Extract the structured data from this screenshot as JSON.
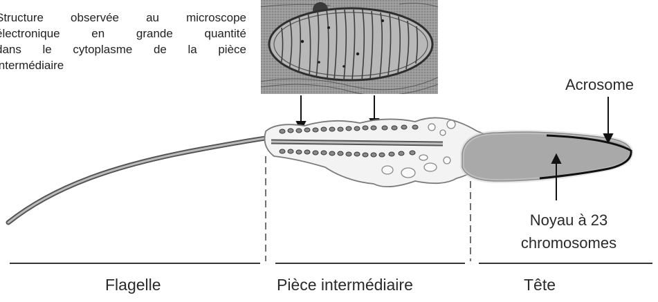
{
  "caption_lines": [
    "Structure observée au microscope",
    "électronique en grande quantité",
    "dans le cytoplasme de la pièce",
    "intermédiaire"
  ],
  "labels": {
    "acrosome": "Acrosome",
    "noyau_line1": "Noyau à 23",
    "noyau_line2": "chromosomes"
  },
  "sections": {
    "flagelle": "Flagelle",
    "piece_intermediaire": "Pièce intermédiaire",
    "tete": "Tête"
  }
}
